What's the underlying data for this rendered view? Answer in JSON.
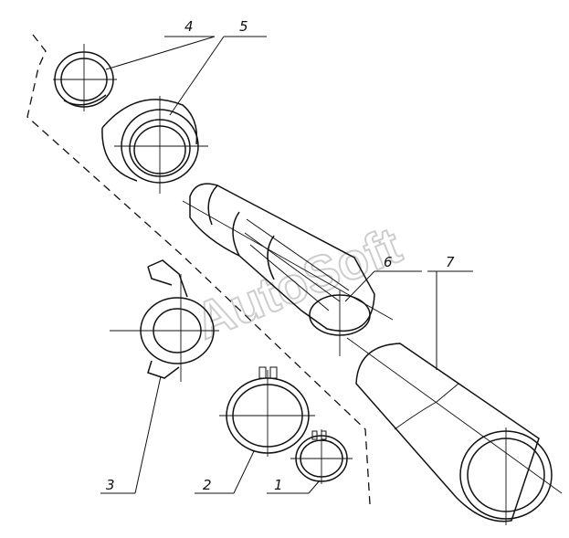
{
  "watermark": "AutoSoft",
  "callouts": [
    {
      "id": "1",
      "label": "1",
      "part": "small-circlip"
    },
    {
      "id": "2",
      "label": "2",
      "part": "large-circlip"
    },
    {
      "id": "3",
      "label": "3",
      "part": "bracket-ring"
    },
    {
      "id": "4",
      "label": "4",
      "part": "small-bushing"
    },
    {
      "id": "5",
      "label": "5",
      "part": "large-bushing"
    },
    {
      "id": "6",
      "label": "6",
      "part": "splined-shaft"
    },
    {
      "id": "7",
      "label": "7",
      "part": "tube"
    }
  ]
}
